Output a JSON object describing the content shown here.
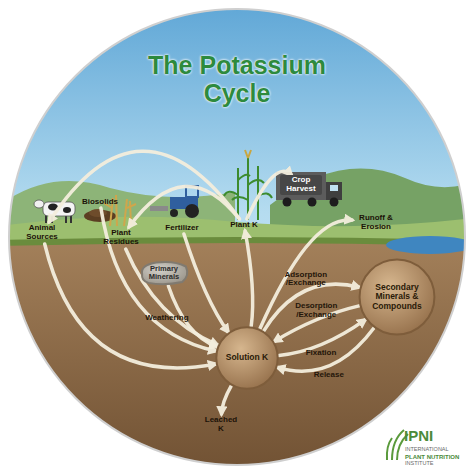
{
  "diagram": {
    "title": "The Potassium Cycle",
    "nodes": [
      {
        "text": [
          "Animal Sources"
        ]
      },
      {
        "text": [
          "Biosolids"
        ]
      },
      {
        "text": [
          "Plant Residues"
        ]
      },
      {
        "text": [
          "Fertilizer"
        ]
      },
      {
        "text": [
          "Plant K"
        ]
      },
      {
        "text": [
          "Crop Harvest"
        ]
      },
      {
        "text": [
          "Runoff & Erosion"
        ]
      },
      {
        "text": [
          "Primary Minerals"
        ]
      },
      {
        "text": [
          "Secondary Minerals & Compounds"
        ]
      },
      {
        "text": [
          "Solution K"
        ]
      },
      {
        "text": [
          "Leached K"
        ]
      }
    ],
    "edges": [
      {
        "from": 4,
        "to": 0,
        "arrow": "to"
      },
      {
        "from": 4,
        "to": 2,
        "arrow": "to"
      },
      {
        "from": 4,
        "to": 5,
        "arrow": "to"
      },
      {
        "from": 0,
        "to": 9,
        "arrow": "to"
      },
      {
        "from": 1,
        "to": 9,
        "arrow": "to"
      },
      {
        "from": 2,
        "to": 9,
        "arrow": "to"
      },
      {
        "from": 3,
        "to": 9,
        "arrow": "to"
      },
      {
        "from": 9,
        "to": 4,
        "arrow": "to"
      },
      {
        "from": 9,
        "to": 6,
        "arrow": "to"
      },
      {
        "from": 7,
        "to": 9,
        "label": "Weathering",
        "arrow": "to"
      },
      {
        "from": 9,
        "to": 8,
        "label": "Adsorption /Exchange",
        "arrow": "to"
      },
      {
        "from": 8,
        "to": 9,
        "label": "Desorption /Exchange",
        "arrow": "to"
      },
      {
        "from": 9,
        "to": 8,
        "label": "Fixation",
        "arrow": "to"
      },
      {
        "from": 8,
        "to": 9,
        "label": "Release",
        "arrow": "to"
      },
      {
        "from": 9,
        "to": 10,
        "arrow": "to"
      }
    ],
    "labels": [
      "IPNI",
      "INTERNATIONAL",
      "PLANT NUTRITION",
      "INSTITUTE"
    ]
  }
}
